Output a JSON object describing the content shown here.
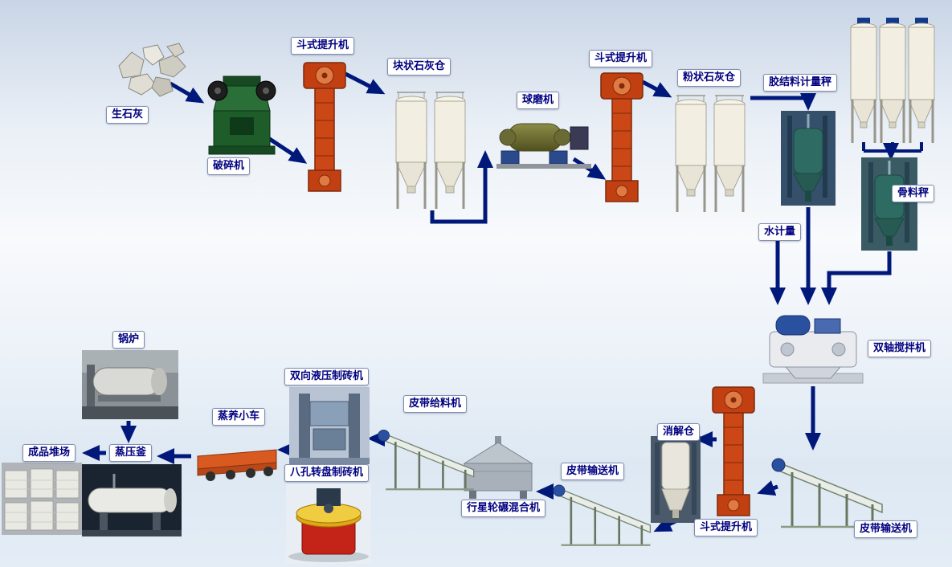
{
  "diagram": {
    "type": "process-flow",
    "subject": "sand-lime brick production line",
    "arrow_color": "#00187a",
    "label_text_color": "#000080",
    "label_bg_color": "#ffffff",
    "label_border_color": "#7f8db0"
  },
  "nodes": {
    "quicklime": {
      "label": "生石灰"
    },
    "crusher": {
      "label": "破碎机"
    },
    "bucket_elevator_1": {
      "label": "斗式提升机"
    },
    "block_lime_silo": {
      "label": "块状石灰仓"
    },
    "ball_mill": {
      "label": "球磨机"
    },
    "bucket_elevator_2": {
      "label": "斗式提升机"
    },
    "powder_lime_silo": {
      "label": "粉状石灰仓"
    },
    "binder_scale": {
      "label": "胶结料计量秤"
    },
    "aggregate_scale": {
      "label": "骨料秤"
    },
    "water_meter": {
      "label": "水计量"
    },
    "twin_shaft_mixer": {
      "label": "双轴搅拌机"
    },
    "belt_conveyor_right": {
      "label": "皮带输送机"
    },
    "bucket_elevator_3": {
      "label": "斗式提升机"
    },
    "digestion_silo": {
      "label": "消解仓"
    },
    "belt_conveyor_mid": {
      "label": "皮带输送机"
    },
    "planetary_mixer": {
      "label": "行星轮碾混合机"
    },
    "belt_feeder": {
      "label": "皮带给料机"
    },
    "hydraulic_brick_machine": {
      "label": "双向液压制砖机"
    },
    "rotary_brick_machine": {
      "label": "八孔转盘制砖机"
    },
    "steam_curing_trolley": {
      "label": "蒸养小车"
    },
    "autoclave": {
      "label": "蒸压釜"
    },
    "boiler": {
      "label": "锅炉"
    },
    "product_yard": {
      "label": "成品堆场"
    }
  },
  "connections": [
    {
      "from": "quicklime",
      "to": "crusher"
    },
    {
      "from": "crusher",
      "to": "bucket_elevator_1"
    },
    {
      "from": "bucket_elevator_1",
      "to": "block_lime_silo"
    },
    {
      "from": "block_lime_silo",
      "to": "ball_mill"
    },
    {
      "from": "ball_mill",
      "to": "bucket_elevator_2"
    },
    {
      "from": "bucket_elevator_2",
      "to": "powder_lime_silo"
    },
    {
      "from": "powder_lime_silo",
      "to": "binder_scale"
    },
    {
      "from": "storage_silos",
      "to": "aggregate_scale"
    },
    {
      "from": "binder_scale",
      "to": "twin_shaft_mixer"
    },
    {
      "from": "water_meter",
      "to": "twin_shaft_mixer"
    },
    {
      "from": "aggregate_scale",
      "to": "twin_shaft_mixer"
    },
    {
      "from": "twin_shaft_mixer",
      "to": "belt_conveyor_right"
    },
    {
      "from": "belt_conveyor_right",
      "to": "bucket_elevator_3"
    },
    {
      "from": "bucket_elevator_3",
      "to": "digestion_silo"
    },
    {
      "from": "digestion_silo",
      "to": "belt_conveyor_mid"
    },
    {
      "from": "belt_conveyor_mid",
      "to": "planetary_mixer"
    },
    {
      "from": "planetary_mixer",
      "to": "belt_feeder"
    },
    {
      "from": "belt_feeder",
      "to": "hydraulic_brick_machine"
    },
    {
      "from": "hydraulic_brick_machine",
      "to": "steam_curing_trolley"
    },
    {
      "from": "steam_curing_trolley",
      "to": "autoclave"
    },
    {
      "from": "boiler",
      "to": "autoclave"
    },
    {
      "from": "autoclave",
      "to": "product_yard"
    }
  ]
}
